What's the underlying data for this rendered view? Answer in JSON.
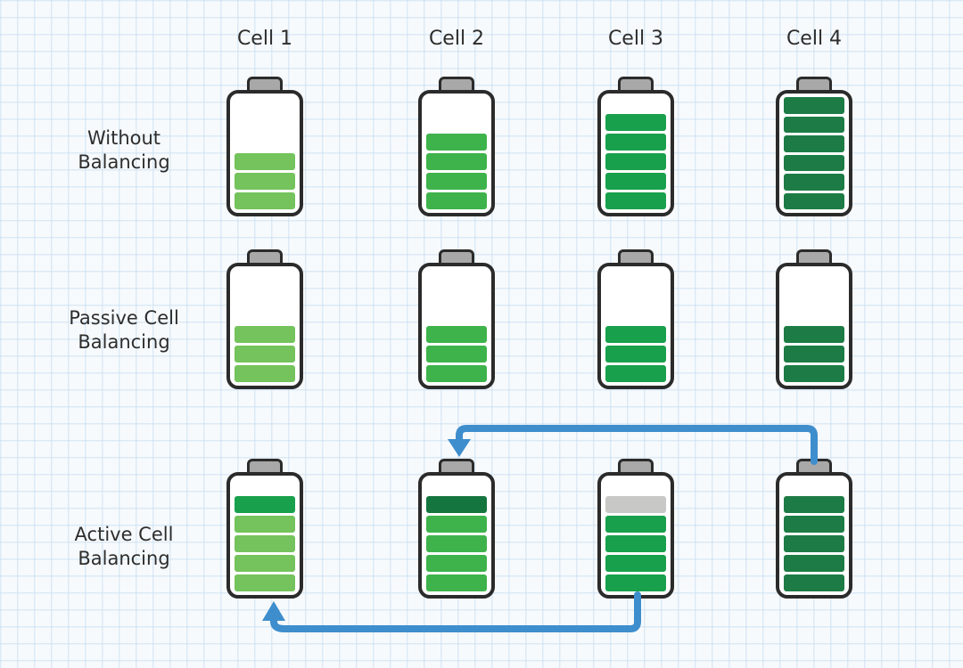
{
  "columns": [
    "Cell 1",
    "Cell 2",
    "Cell 3",
    "Cell 4"
  ],
  "rows": [
    {
      "name": "without-balancing",
      "label": "Without Balancing",
      "label_line1": "Without",
      "label_line2": "Balancing",
      "cells": [
        {
          "name": "cell-1",
          "charge_segments": 3,
          "segments": [
            "light",
            "light",
            "light"
          ]
        },
        {
          "name": "cell-2",
          "charge_segments": 4,
          "segments": [
            "medium",
            "medium",
            "medium",
            "medium"
          ]
        },
        {
          "name": "cell-3",
          "charge_segments": 5,
          "segments": [
            "green",
            "green",
            "green",
            "green",
            "green"
          ]
        },
        {
          "name": "cell-4",
          "charge_segments": 6,
          "segments": [
            "dark",
            "dark",
            "dark",
            "dark",
            "dark",
            "dark"
          ]
        }
      ]
    },
    {
      "name": "passive-cell-balancing",
      "label": "Passive Cell Balancing",
      "label_line1": "Passive Cell",
      "label_line2": "Balancing",
      "cells": [
        {
          "name": "cell-1",
          "charge_segments": 3,
          "segments": [
            "light",
            "light",
            "light"
          ]
        },
        {
          "name": "cell-2",
          "charge_segments": 3,
          "segments": [
            "medium",
            "medium",
            "medium"
          ]
        },
        {
          "name": "cell-3",
          "charge_segments": 3,
          "segments": [
            "green",
            "green",
            "green"
          ]
        },
        {
          "name": "cell-4",
          "charge_segments": 3,
          "segments": [
            "dark",
            "dark",
            "dark"
          ]
        }
      ]
    },
    {
      "name": "active-cell-balancing",
      "label": "Active Cell Balancing",
      "label_line1": "Active Cell",
      "label_line2": "Balancing",
      "cells": [
        {
          "name": "cell-1",
          "charge_segments": 5,
          "segments": [
            "green",
            "light",
            "light",
            "light",
            "light"
          ]
        },
        {
          "name": "cell-2",
          "charge_segments": 5,
          "segments": [
            "darkest",
            "medium",
            "medium",
            "medium",
            "medium"
          ]
        },
        {
          "name": "cell-3",
          "charge_segments": 5,
          "segments": [
            "gray",
            "green",
            "green",
            "green",
            "green"
          ]
        },
        {
          "name": "cell-4",
          "charge_segments": 5,
          "segments": [
            "dark",
            "dark",
            "dark",
            "dark",
            "dark"
          ]
        }
      ]
    }
  ],
  "colors": {
    "light": "#74c35c",
    "medium": "#3eb34b",
    "green": "#18a04c",
    "dark": "#1d7c45",
    "darkest": "#14753e",
    "gray": "#c8c8c6",
    "arrow": "#3e8ecd",
    "battery_border": "#2b2b2b",
    "cap_fill": "#a8a8a8",
    "text": "#2d2d2d",
    "background": "#f7fafc",
    "grid_line": "#d9e6f2"
  },
  "arrows": {
    "top_transfer": {
      "from": "cell-4-top",
      "to": "cell-2-top"
    },
    "bottom_transfer": {
      "from": "cell-3-bottom",
      "to": "cell-1-bottom"
    }
  }
}
